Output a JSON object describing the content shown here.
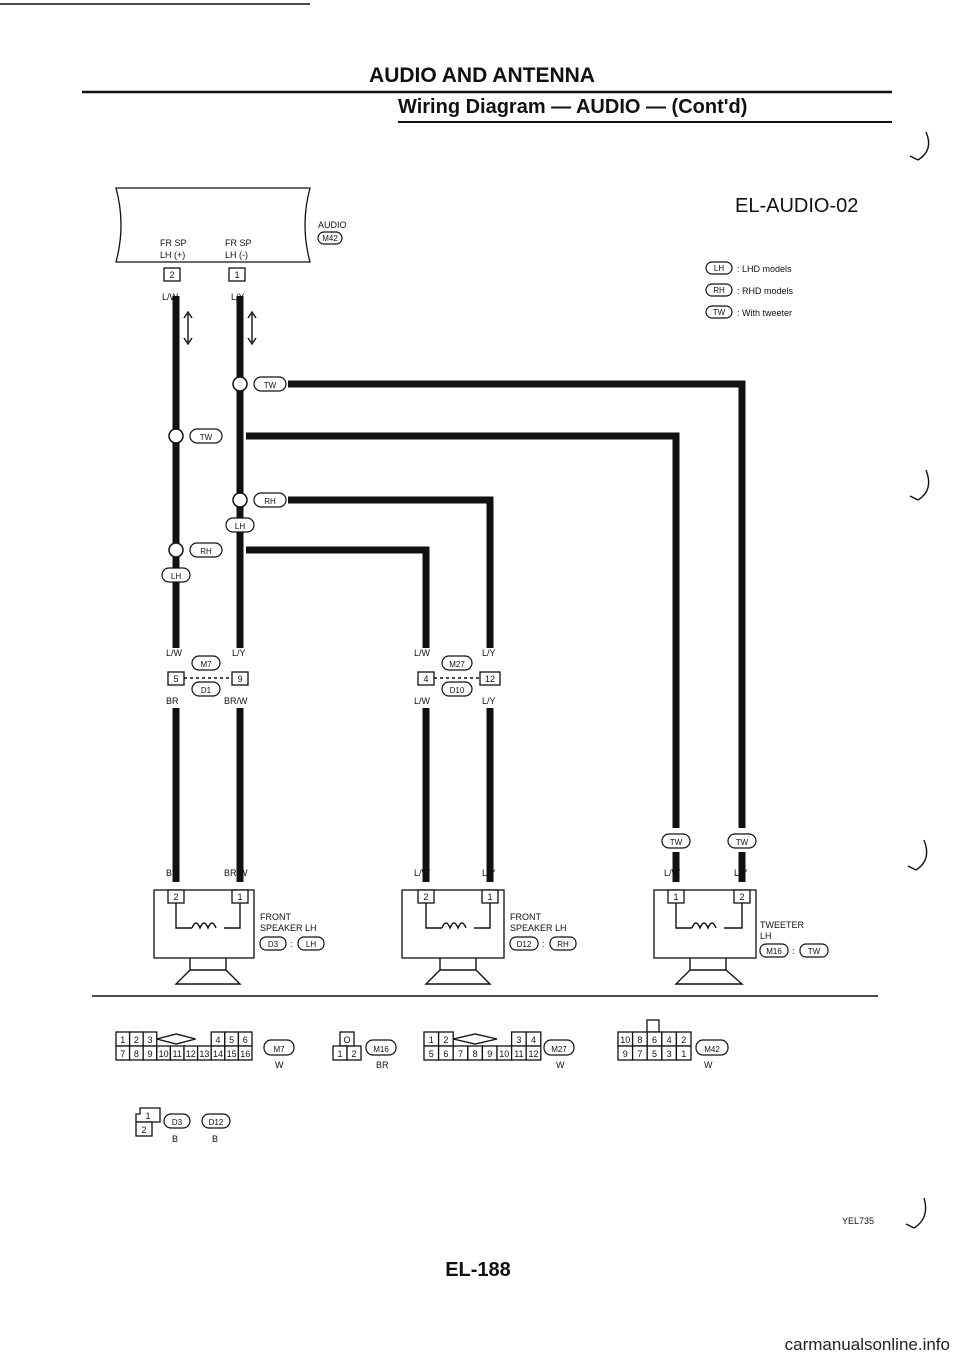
{
  "header": {
    "title": "AUDIO AND ANTENNA",
    "subtitle": "Wiring Diagram — AUDIO — (Cont'd)",
    "diagram_code": "EL-AUDIO-02"
  },
  "legend": [
    {
      "code": "LH",
      "text": ": LHD models"
    },
    {
      "code": "RH",
      "text": ": RHD models"
    },
    {
      "code": "TW",
      "text": ": With tweeter"
    }
  ],
  "audio_unit": {
    "label": "AUDIO",
    "connector": "M42",
    "pin_left_label_1": "FR SP",
    "pin_left_label_2": "LH (+)",
    "pin_right_label_1": "FR SP",
    "pin_right_label_2": "LH (-)",
    "pin_left": "2",
    "pin_right": "1",
    "wire_left": "L/W",
    "wire_right": "L/Y"
  },
  "options": {
    "tw": "TW",
    "rh": "RH",
    "lh": "LH"
  },
  "junction_left": {
    "wire_top_left": "L/W",
    "wire_top_right": "L/Y",
    "conn_top": "M7",
    "conn_bottom": "D1",
    "pin_left": "5",
    "pin_right": "9",
    "wire_bottom_left": "BR",
    "wire_bottom_right": "BR/W"
  },
  "junction_mid": {
    "wire_top_left": "L/W",
    "wire_top_right": "L/Y",
    "conn_top": "M27",
    "conn_bottom": "D10",
    "pin_left": "4",
    "pin_right": "12",
    "wire_bottom_left": "L/W",
    "wire_bottom_right": "L/Y"
  },
  "speakers": [
    {
      "wire_left": "BR",
      "wire_right": "BR/W",
      "pin_left": "2",
      "pin_right": "1",
      "name1": "FRONT",
      "name2": "SPEAKER LH",
      "connector": "D3",
      "option": "LH"
    },
    {
      "wire_left": "L/W",
      "wire_right": "L/Y",
      "pin_left": "2",
      "pin_right": "1",
      "name1": "FRONT",
      "name2": "SPEAKER LH",
      "connector": "D12",
      "option": "RH"
    },
    {
      "wire_left": "L/W",
      "wire_right": "L/Y",
      "pin_left": "1",
      "pin_right": "2",
      "name1": "TWEETER",
      "name2": "LH",
      "connector": "M16",
      "option": "TW"
    }
  ],
  "tweeter_option_left": "TW",
  "tweeter_option_right": "TW",
  "connector_views": {
    "m7": {
      "row1": [
        "1",
        "2",
        "3",
        "4",
        "5",
        "6"
      ],
      "row2": [
        "7",
        "8",
        "9",
        "10",
        "11",
        "12",
        "13",
        "14",
        "15",
        "16"
      ],
      "code": "M7",
      "color": "W"
    },
    "m16": {
      "top": "O",
      "row": [
        "1",
        "2"
      ],
      "code": "M16",
      "color": "BR"
    },
    "m27": {
      "row1": [
        "1",
        "2",
        "3",
        "4"
      ],
      "row2": [
        "5",
        "6",
        "7",
        "8",
        "9",
        "10",
        "11",
        "12"
      ],
      "code": "M27",
      "color": "W"
    },
    "m42": {
      "row1": [
        "10",
        "8",
        "6",
        "4",
        "2"
      ],
      "row2": [
        "9",
        "7",
        "5",
        "3",
        "1"
      ],
      "code": "M42",
      "color": "W"
    },
    "d": {
      "top": "1",
      "bottom": "2",
      "code1": "D3",
      "color1": "B",
      "code2": "D12",
      "color2": "B"
    }
  },
  "footer": {
    "image_code": "YEL735",
    "page": "EL-188",
    "watermark": "carmanualsonline.info"
  }
}
